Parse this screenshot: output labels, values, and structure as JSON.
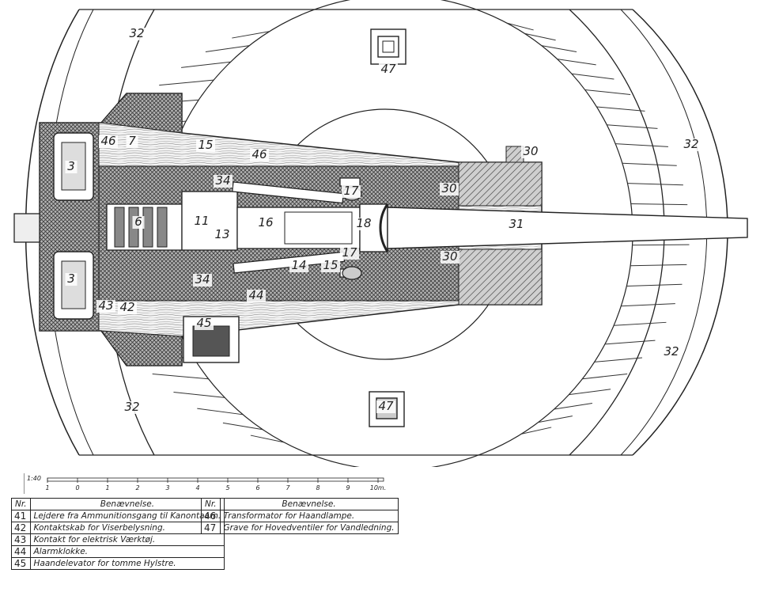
{
  "scale": {
    "ratio": "1:40",
    "ticks": [
      "1",
      "0",
      "1",
      "2",
      "3",
      "4",
      "5",
      "6",
      "7",
      "8",
      "9",
      "10m."
    ]
  },
  "labels": [
    "32",
    "32",
    "32",
    "32",
    "47",
    "47",
    "30",
    "30",
    "30",
    "3",
    "3",
    "46",
    "7",
    "15",
    "46",
    "34",
    "34",
    "17",
    "17",
    "11",
    "16",
    "18",
    "31",
    "6",
    "13",
    "14",
    "15",
    "44",
    "43",
    "42",
    "45"
  ],
  "legend": {
    "header_nr": "Nr.",
    "header_name": "Benævnelse.",
    "left": [
      {
        "nr": "41",
        "text": "Lejdere fra Ammunitionsgang til Kanontaarn."
      },
      {
        "nr": "42",
        "text": "Kontaktskab for Viserbelysning."
      },
      {
        "nr": "43",
        "text": "Kontakt for elektrisk Værktøj."
      },
      {
        "nr": "44",
        "text": "Alarmklokke."
      },
      {
        "nr": "45",
        "text": "Haandelevator for tomme Hylstre."
      }
    ],
    "right": [
      {
        "nr": "46",
        "text": "Transformator for Haandlampe."
      },
      {
        "nr": "47",
        "text": "Grave for Hovedventiler for Vandledning."
      }
    ]
  }
}
